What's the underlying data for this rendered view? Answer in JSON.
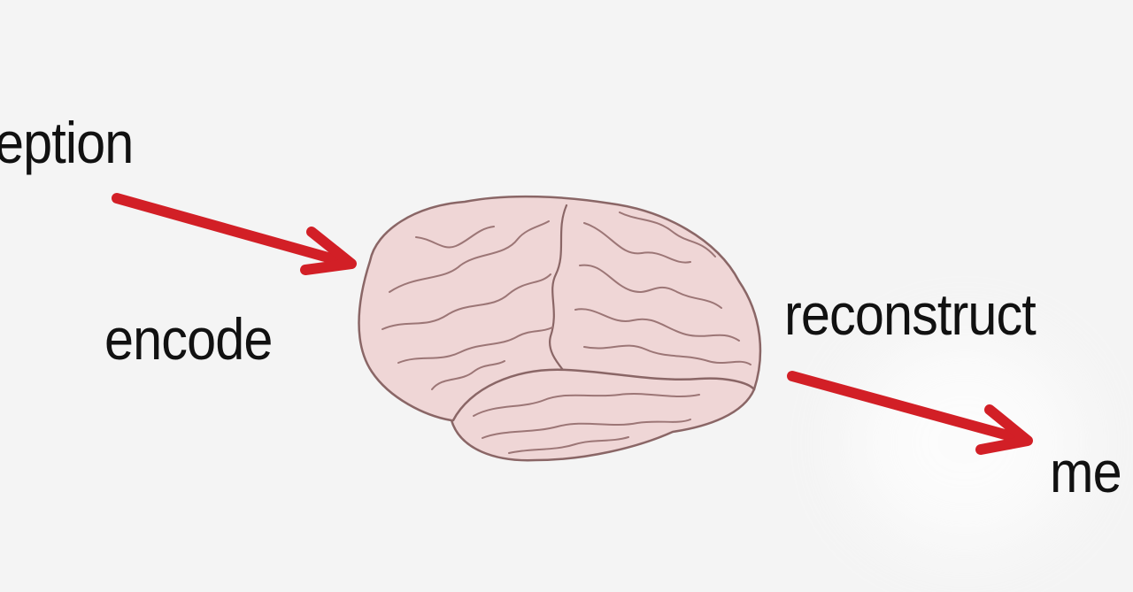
{
  "labels": {
    "perception": "eption",
    "encode": "encode",
    "reconstruct": "reconstruct",
    "memory": "me"
  },
  "colors": {
    "background": "#f4f4f4",
    "arrow": "#d21f26",
    "brain_fill": "#efd6d6",
    "brain_stroke": "#8a6666",
    "text": "#111111"
  },
  "icons": {
    "center": "brain-icon",
    "arrows": "arrow-right-icon"
  }
}
